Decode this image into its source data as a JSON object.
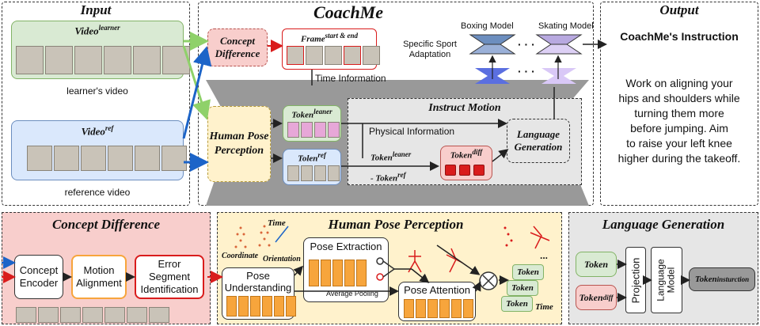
{
  "input": {
    "title": "Input",
    "learner_label": "Video",
    "learner_sup": "learner",
    "learner_caption": "learner's video",
    "ref_label": "Video",
    "ref_sup": "ref",
    "ref_caption": "reference video"
  },
  "coachme": {
    "title": "CoachMe",
    "concept_difference": "Concept Difference",
    "frame_label": "Frame",
    "frame_sup": "start & end",
    "time_info": "Time Information",
    "specific_sport": "Specific Sport Adaptation",
    "boxing_model": "Boxing Model",
    "skating_model": "Skating Model",
    "dots": "· · ·",
    "human_pose": "Human Pose Perception",
    "token_leaner": "Token",
    "token_leaner_sup": "leaner",
    "tolen_ref": "Tolen",
    "tolen_ref_sup": "ref",
    "instruct_motion": "Instruct Motion",
    "physical_info": "Physical Information",
    "token_leaner2": "Token",
    "token_leaner2_sup": "leaner",
    "minus_token_ref": "- Token",
    "minus_token_ref_sup": "ref",
    "token_diff": "Token",
    "token_diff_sup": "diff",
    "language_generation": "Language Generation"
  },
  "output": {
    "title": "Output",
    "heading": "CoachMe's Instruction",
    "lines": [
      "Work on aligning your",
      "hips and shoulders while",
      "turning them more",
      "before jumping. Aim",
      "to raise your left knee",
      "higher during the takeoff."
    ]
  },
  "concept_panel": {
    "title": "Concept Difference",
    "concept_encoder": "Concept Encoder",
    "motion_alignment": "Motion Alignment",
    "error_segment": "Error Segment Identification"
  },
  "pose_panel": {
    "title": "Human Pose Perception",
    "time": "Time",
    "coordinate": "Coordinate",
    "orientation": "Orientation",
    "pose_extraction": "Pose Extraction",
    "average_pooling": "Average Pooling",
    "pose_understanding": "Pose Understanding",
    "pose_attention": "Pose Attention",
    "token": "Token",
    "time2": "Time",
    "ellipsis": "..."
  },
  "lang_panel": {
    "title": "Language Generation",
    "token": "Token",
    "token_diff": "Token",
    "token_diff_sup": "diff",
    "projection": "Projection",
    "language_model": "Language Model",
    "token_instruction": "Token",
    "token_instruction_sup": "insturction"
  },
  "colors": {
    "green": "#d9ead3",
    "blue": "#dae8fc",
    "pink": "#f8cecc",
    "yellow": "#fff2cc",
    "gray": "#e6e6e6",
    "dark_gray": "#999999",
    "orange": "#f7a53c",
    "red": "#d91c1c",
    "arrow_green": "#8fd16a",
    "arrow_blue": "#1c64c8"
  }
}
